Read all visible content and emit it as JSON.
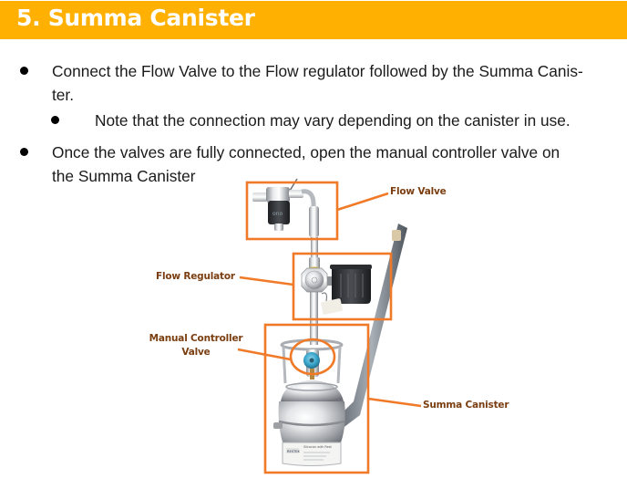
{
  "header": {
    "title": "5. Summa Canister",
    "background_color": "#FFB000",
    "text_color": "#FFFFFF"
  },
  "bullets": [
    {
      "level": 1,
      "lines": [
        "Connect the Flow Valve to the Flow regulator followed by the Summa Canis-",
        "ter."
      ]
    },
    {
      "level": 2,
      "lines": [
        "Note that the connection may vary depending on the canister in use."
      ]
    },
    {
      "level": 1,
      "lines": [
        "Once the valves are fully connected, open the manual controller valve on",
        "the Summa Canister"
      ]
    }
  ],
  "diagram": {
    "annotation_color": "#F07A28",
    "label_color": "#7A3E10",
    "callouts": [
      {
        "id": "flow-valve",
        "label": "Flow Valve"
      },
      {
        "id": "flow-regulator",
        "label": "Flow Regulator"
      },
      {
        "id": "manual-controller-valve",
        "label_lines": [
          "Manual Controller",
          "Valve"
        ]
      },
      {
        "id": "summa-canister",
        "label": "Summa Canister"
      }
    ],
    "canister_label_text": [
      "Silcocan with Rest",
      "Canister ID",
      "Serial #"
    ],
    "canister_brand": "RESTEK"
  }
}
